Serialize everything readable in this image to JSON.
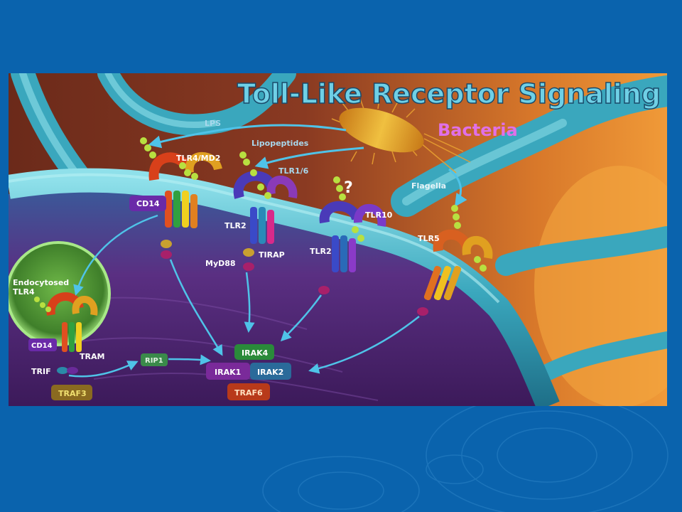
{
  "figure": {
    "title": "Toll-Like Receptor Signaling",
    "bacteria_label": "Bacteria",
    "ligands": {
      "lps": "LPS",
      "lipopeptides": "Lipopeptides",
      "flagella": "Flagella",
      "unknown": "?"
    },
    "receptors": {
      "tlr4_md2": "TLR4/MD2",
      "tlr1_6": "TLR1/6",
      "tlr2_a": "TLR2",
      "tlr2_b": "TLR2",
      "tlr10": "TLR10",
      "tlr5": "TLR5",
      "cd14": "CD14",
      "cd14_endo": "CD14"
    },
    "endosome": {
      "line1": "Endocytosed",
      "line2": "TLR4"
    },
    "adaptors": {
      "tirap": "TIRAP",
      "myd88": "MyD88",
      "tram": "TRAM",
      "trif": "TRIF"
    },
    "signaling": {
      "traf3": "TRAF3",
      "rip1": "RIP1",
      "irak4": "IRAK4",
      "irak1": "IRAK1",
      "irak2": "IRAK2",
      "traf6": "TRAF6"
    },
    "colors": {
      "slide_bg": "#0a63ad",
      "membrane": "#4fb3c4",
      "cytoplasm": "#5b2a7e",
      "title": "#6fd0e6",
      "bacteria_label": "#e070e8",
      "arrow": "#4fc3e8"
    }
  }
}
